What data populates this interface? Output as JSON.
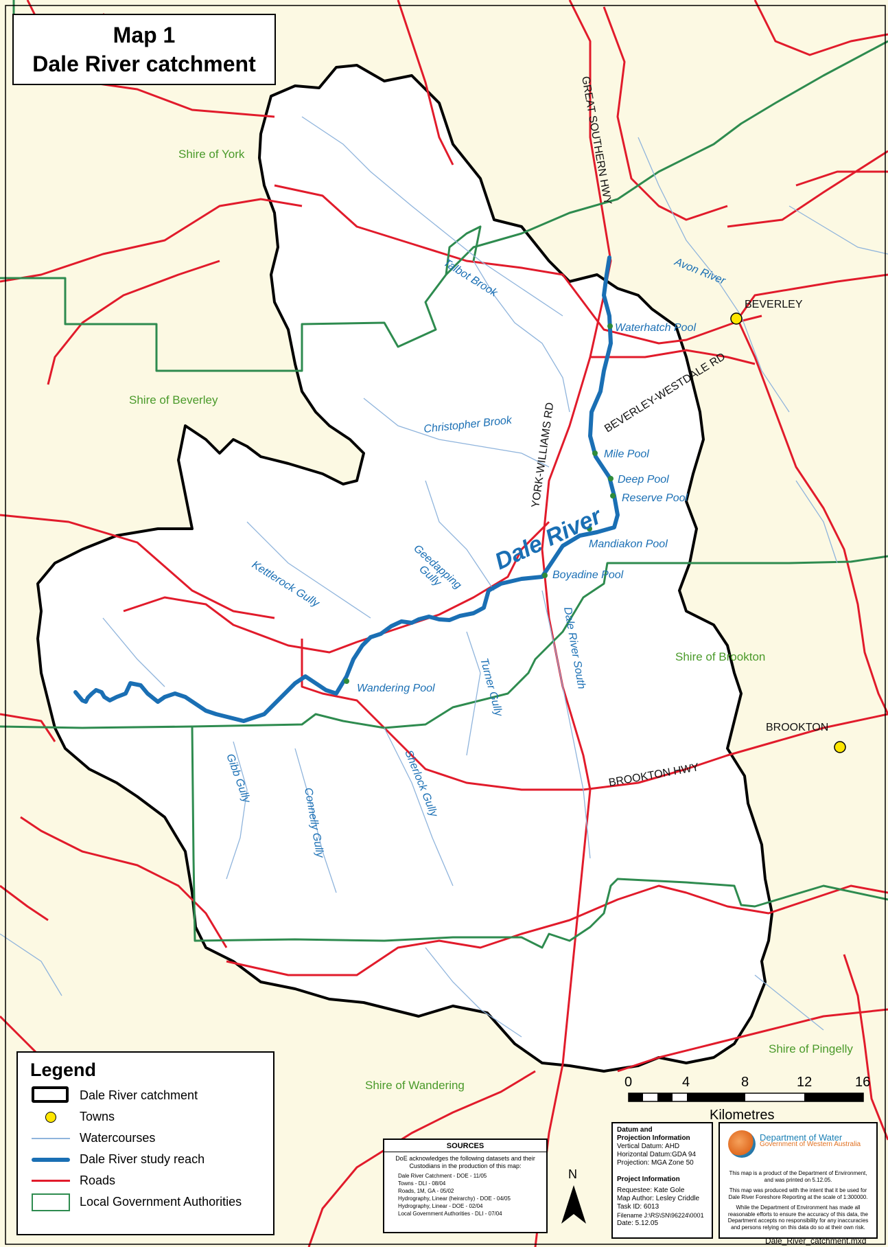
{
  "title": {
    "line1": "Map 1",
    "line2": "Dale River catchment"
  },
  "shires": {
    "york": "Shire of York",
    "beverley": "Shire of Beverley",
    "brookton": "Shire of Brookton",
    "pingelly": "Shire of Pingelly",
    "wandering": "Shire of Wandering"
  },
  "towns": {
    "beverley": "BEVERLEY",
    "brookton": "BROOKTON"
  },
  "roads": {
    "great_southern": "GREAT SOUTHERN HWY",
    "beverley_westdale": "BEVERLEY-WESTDALE RD",
    "york_williams": "YORK-WILLIAMS RD",
    "brookton_hwy": "BROOKTON HWY"
  },
  "watercourses": {
    "dale_river": "Dale River",
    "avon_river": "Avon River",
    "talbot_brook": "Talbot Brook",
    "christopher_brook": "Christopher Brook",
    "kettlerock_gully": "Kettlerock Gully",
    "geedapping_gully_1": "Geedapping",
    "geedapping_gully_2": "Gully",
    "dale_river_south": "Dale River South",
    "turner_gully": "Turner Gully",
    "gibb_gully": "Gibb Gully",
    "connelly_gully": "Connelly Gully",
    "sherlock_gully": "Sherlock Gully"
  },
  "pools": {
    "waterhatch": "Waterhatch Pool",
    "mile": "Mile Pool",
    "deep": "Deep Pool",
    "reserve": "Reserve Pool",
    "mandiakon": "Mandiakon Pool",
    "boyadine": "Boyadine Pool",
    "wandering": "Wandering Pool"
  },
  "legend": {
    "title": "Legend",
    "items": [
      {
        "label": "Dale River catchment",
        "symbol": "catchment-outline"
      },
      {
        "label": "Towns",
        "symbol": "town-dot"
      },
      {
        "label": "Watercourses",
        "symbol": "thin-blue-line"
      },
      {
        "label": "Dale River study reach",
        "symbol": "thick-blue-line"
      },
      {
        "label": "Roads",
        "symbol": "red-line"
      },
      {
        "label": "Local Government Authorities",
        "symbol": "green-box"
      }
    ]
  },
  "scale": {
    "ticks": [
      "0",
      "4",
      "8",
      "12",
      "16"
    ],
    "unit": "Kilometres"
  },
  "north": "N",
  "sources": {
    "heading": "SOURCES",
    "intro": "DoE acknowledges the following datasets and their Custodians in the production of this map:",
    "items": [
      "Dale River Catchment - DOE - 11/05",
      "Towns - DLI - 08/04",
      "Roads, 1M, GA - 05/02",
      "Hydrography, Linear (heirarchy) - DOE - 04/05",
      "Hydrography, Linear - DOE - 02/04",
      "Local Government Authorities - DLI - 07/04"
    ]
  },
  "datum": {
    "heading1": "Datum and",
    "heading2": "Projection Information",
    "vertical": "Vertical Datum: AHD",
    "horizontal": "Horizontal Datum:GDA 94",
    "projection": "Projection: MGA Zone 50",
    "project_heading": "Project Information",
    "requestee": "Requestee: Kate Gole",
    "author": "Map Author: Lesley Criddle",
    "task": "Task ID: 6013",
    "filename": "Filename J:\\RS\\SN\\96224\\0001",
    "date": "Date: 5.12.05"
  },
  "agency": {
    "name1": "Department of Water",
    "name2": "Government of Western Australia",
    "p1": "This map is a product of the Department of Environment, and was printed on 5.12.05.",
    "p2": "This map was produced with the intent that it be used for Dale River Foreshore Reporting at the scale of 1:300000.",
    "p3": "While the Department of Environment has made all reasonable efforts to ensure the accuracy of this data, the Department accepts no responsibility for any inaccuracies and persons relying on this data do so at their own risk."
  },
  "filename_label": "Dale_River_catchment.mxd",
  "colors": {
    "background": "#fcf9e3",
    "catchment": "#ffffff",
    "road": "#e11b2b",
    "lga": "#2e8b4f",
    "watercourse": "#8fb4dc",
    "study_reach": "#1a6fb4",
    "town": "#ffe600"
  }
}
